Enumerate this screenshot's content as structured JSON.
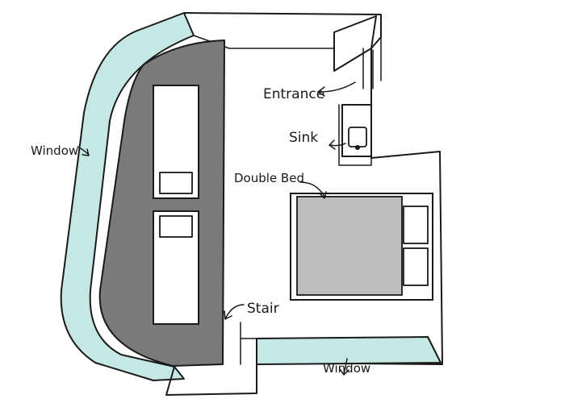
{
  "labels": {
    "entrance": "Entrance",
    "sink": "Sink",
    "double_bed": "Double Bed",
    "stair": "Stair",
    "window_left": "Window",
    "window_bottom": "Window"
  },
  "colors": {
    "window_glass": "#c6e8e4",
    "stair_fill": "#7a7a7a",
    "bed_fill": "#bdbdbd",
    "ink": "#1a1a1a"
  }
}
